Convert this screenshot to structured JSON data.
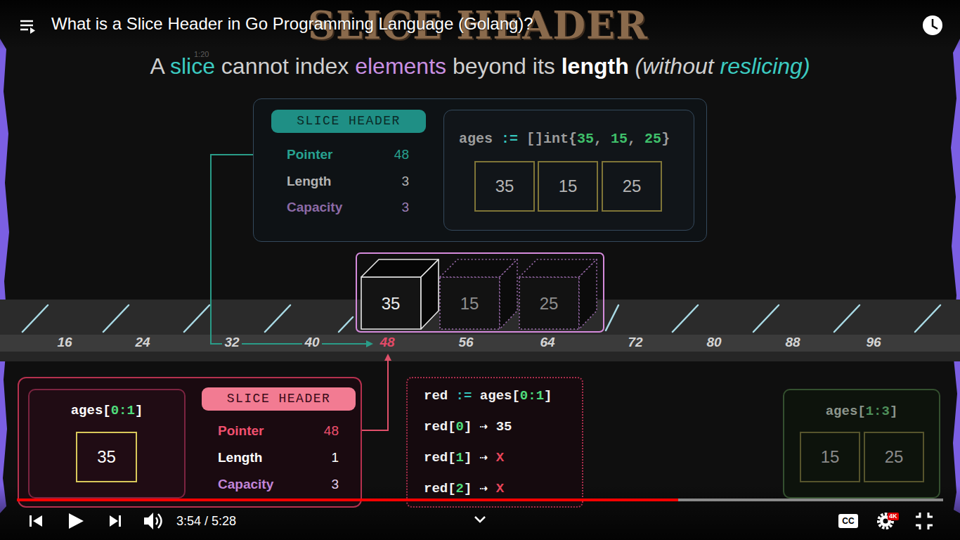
{
  "diagram": {
    "title": "A slice cannot index elements beyond its length (without reslicing)",
    "nodes": [
      {
        "text": [
          "Pointer",
          "48",
          "Length",
          "3",
          "Capacity",
          "3"
        ]
      },
      {
        "text": [
          "SLICE HEADER"
        ],
        "in": 0
      },
      {
        "text": [
          "ages := []int{35, 15, 25}"
        ],
        "in": 0
      },
      {
        "text": [
          "35"
        ],
        "in": 2
      },
      {
        "text": [
          "15"
        ],
        "in": 2
      },
      {
        "text": [
          "25"
        ],
        "in": 2
      },
      {
        "text": [
          "35"
        ]
      },
      {
        "text": [
          "15"
        ]
      },
      {
        "text": [
          "25"
        ]
      },
      {
        "text": [
          "Pointer",
          "48",
          "Length",
          "1",
          "Capacity",
          "3"
        ]
      },
      {
        "text": [
          "ages[0:1]"
        ],
        "in": 9
      },
      {
        "text": [
          "35"
        ],
        "in": 10
      },
      {
        "text": [
          "SLICE HEADER"
        ],
        "in": 9
      },
      {
        "text": [
          "red := ages[0:1]",
          "red[0] ⇢ 35",
          "red[1] ⇢ X",
          "red[2] ⇢ X"
        ]
      },
      {
        "text": [
          "ages[1:3]"
        ]
      },
      {
        "text": [
          "15"
        ],
        "in": 14
      },
      {
        "text": [
          "25"
        ],
        "in": 14
      }
    ],
    "labels": [
      "What is a Slice Header in Go Programming Language (Golang)?",
      "SLICE HEADER",
      "1:20",
      "16",
      "24",
      "32",
      "40",
      "48",
      "56",
      "64",
      "72",
      "80",
      "88",
      "96",
      "3:54 / 5:28",
      "CC",
      "4K"
    ]
  }
}
